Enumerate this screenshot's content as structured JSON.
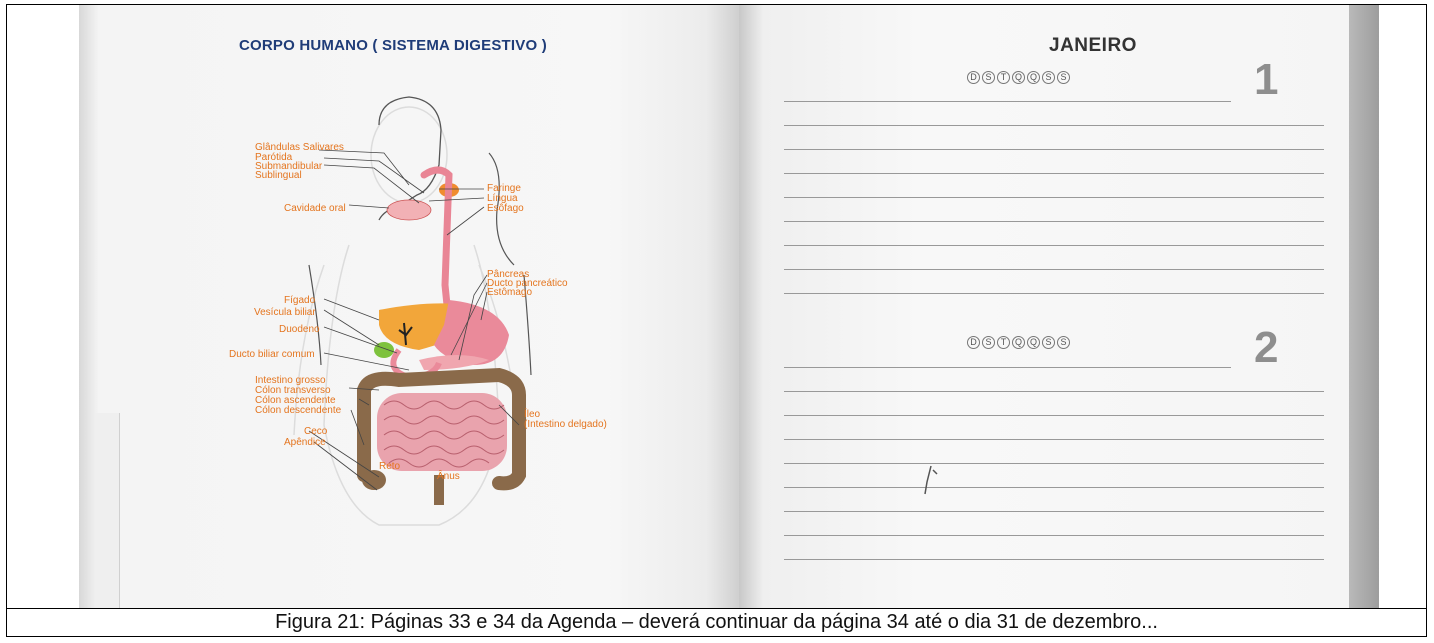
{
  "left_page": {
    "title": "CORPO HUMANO ( SISTEMA DIGESTIVO )",
    "labels_left": {
      "glandulas": "Glândulas Salivares",
      "parotida": "Parótida",
      "submandibular": "Submandibular",
      "sublingual": "Sublingual",
      "cavidade_oral": "Cavidade oral",
      "figado": "Fígado",
      "vesicula": "Vesícula biliar",
      "duodeno": "Duodeno",
      "ducto_biliar": "Ducto biliar comum",
      "intestino_grosso": "Intestino grosso",
      "colon_transverso": "Cólon transverso",
      "colon_ascendente": "Cólon ascendente",
      "colon_descendente": "Cólon descendente",
      "ceco": "Ceco",
      "apendice": "Apêndice",
      "reto": "Reto",
      "anus": "Ânus"
    },
    "labels_right": {
      "faringe": "Faringe",
      "lingua": "Língua",
      "esofago": "Esôfago",
      "pancreas": "Pâncreas",
      "ducto_pancreatico": "Ducto pancreático",
      "estomago": "Estômago",
      "ileo": "Íleo",
      "intestino_delgado": "(Intestino delgado)"
    },
    "accent_color": "#e4751f",
    "title_color": "#1f3c78"
  },
  "right_page": {
    "month": "JANEIRO",
    "weekdays": [
      "D",
      "S",
      "T",
      "Q",
      "Q",
      "S",
      "S"
    ],
    "day_1": "1",
    "day_2": "2"
  },
  "caption": "Figura 21: Páginas 33 e 34 da Agenda – deverá continuar da página 34 até o dia 31 de dezembro..."
}
